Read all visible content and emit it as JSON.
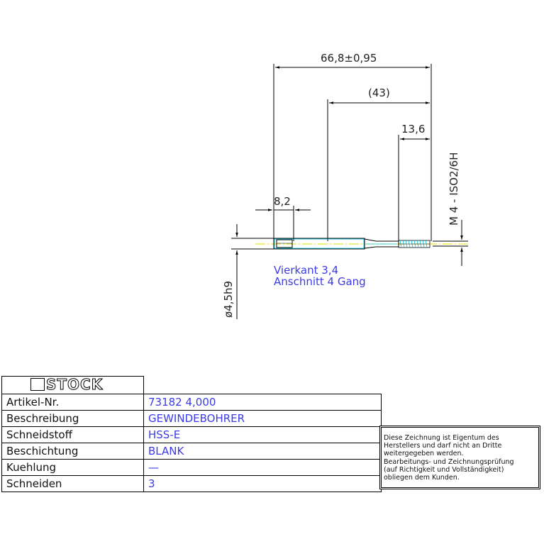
{
  "drawing": {
    "dim_overall": "66,8±0,95",
    "dim_flute": "(43)",
    "dim_thread": "13,6",
    "dim_square": "8,2",
    "thread_spec": "M 4 - ISO2/6H",
    "shank_diameter": "ø4,5h9",
    "note_square": "Vierkant 3,4",
    "note_chamfer": "Anschnitt 4 Gang",
    "line_color": "#000000",
    "text_color": "#3a3ae8",
    "accent_cyan": "#00c8e8",
    "accent_yellow": "#e8e000"
  },
  "title_block": {
    "logo": "STOCK",
    "rows": [
      {
        "label": "Artikel-Nr.",
        "value": "73182 4,000"
      },
      {
        "label": "Beschreibung",
        "value": "GEWINDEBOHRER"
      },
      {
        "label": "Schneidstoff",
        "value": "HSS-E"
      },
      {
        "label": "Beschichtung",
        "value": "BLANK"
      },
      {
        "label": "Kuehlung",
        "value": "—"
      },
      {
        "label": "Schneiden",
        "value": "3"
      }
    ]
  },
  "notice": {
    "lines": [
      "Diese Zeichnung ist Eigentum des",
      "Herstellers und darf nicht an Dritte",
      "weitergegeben werden.",
      "Bearbeitungs- und Zeichnungsprüfung",
      "(auf Richtigkeit und Vollständigkeit)",
      "obliegen dem Kunden."
    ]
  }
}
